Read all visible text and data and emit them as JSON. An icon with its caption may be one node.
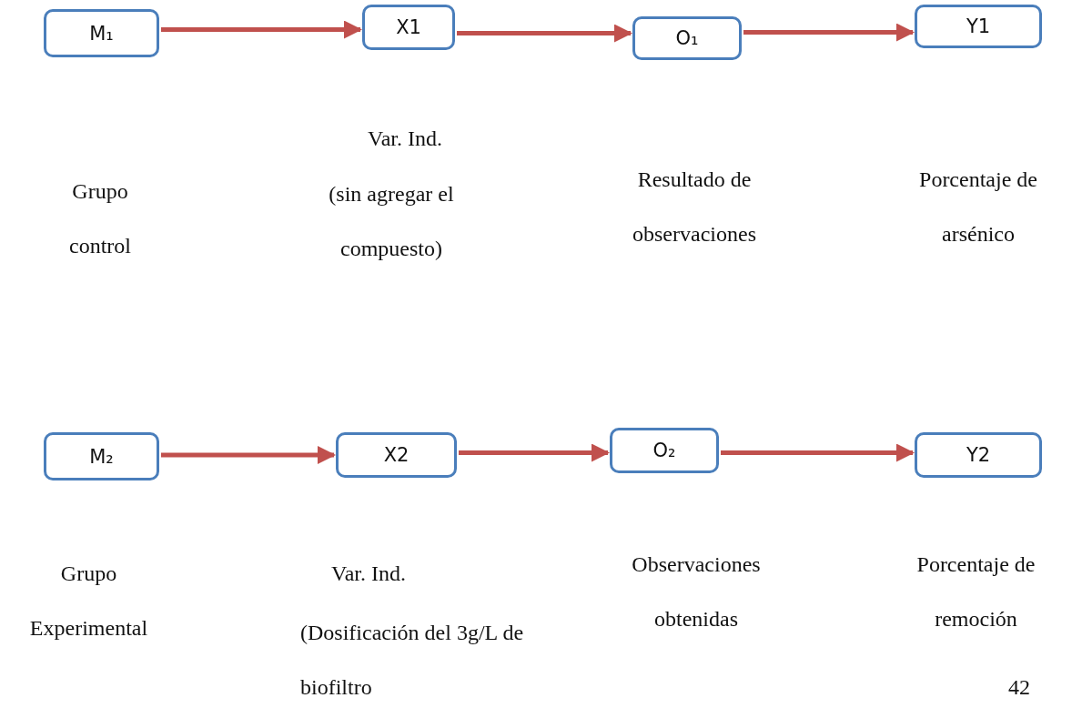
{
  "diagram": {
    "nodes": [
      {
        "text": [
          "M₁"
        ]
      },
      {
        "text": [
          "X1"
        ]
      },
      {
        "text": [
          "O₁"
        ]
      },
      {
        "text": [
          "Y1"
        ]
      },
      {
        "text": [
          "M₂"
        ]
      },
      {
        "text": [
          "X2"
        ]
      },
      {
        "text": [
          "O₂"
        ]
      },
      {
        "text": [
          "Y2"
        ]
      }
    ],
    "edges": [
      {
        "from": 0,
        "to": 1,
        "arrow": "to"
      },
      {
        "from": 1,
        "to": 2,
        "arrow": "to"
      },
      {
        "from": 2,
        "to": 3,
        "arrow": "to"
      },
      {
        "from": 4,
        "to": 5,
        "arrow": "to"
      },
      {
        "from": 5,
        "to": 6,
        "arrow": "to"
      },
      {
        "from": 6,
        "to": 7,
        "arrow": "to"
      }
    ],
    "labels": [
      "Grupo control",
      "Var. Ind.",
      "(sin agregar el compuesto)",
      "Resultado de observaciones",
      "Porcentaje de arsénico",
      "Grupo Experimental",
      "Var. Ind.",
      "(Dosificación del 3g/L de biofiltro",
      "Observaciones obtenidas",
      "Porcentaje de remoción",
      "42"
    ]
  }
}
